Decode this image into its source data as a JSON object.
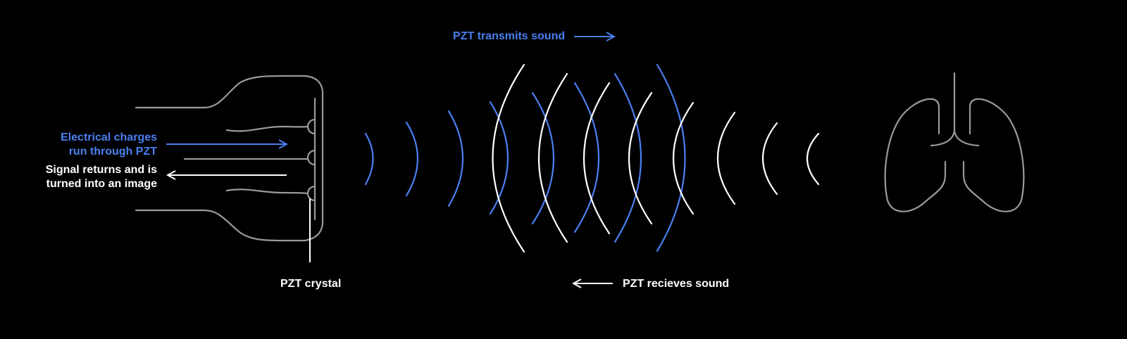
{
  "colors": {
    "background": "#000000",
    "accent_blue": "#4a7ff0",
    "white": "#ffffff",
    "gray": "#9a9a9a"
  },
  "labels": {
    "transmits": "PZT transmits sound",
    "electrical_line1": "Electrical charges",
    "electrical_line2": "run through PZT",
    "signal_line1": "Signal returns and is",
    "signal_line2": "turned into an image",
    "crystal": "PZT crystal",
    "receives": "PZT recieves sound"
  },
  "icons": {
    "probe": "ultrasound-probe-icon",
    "lungs": "lungs-icon",
    "waves_out": "outgoing-sound-waves",
    "waves_in": "returning-sound-waves"
  }
}
